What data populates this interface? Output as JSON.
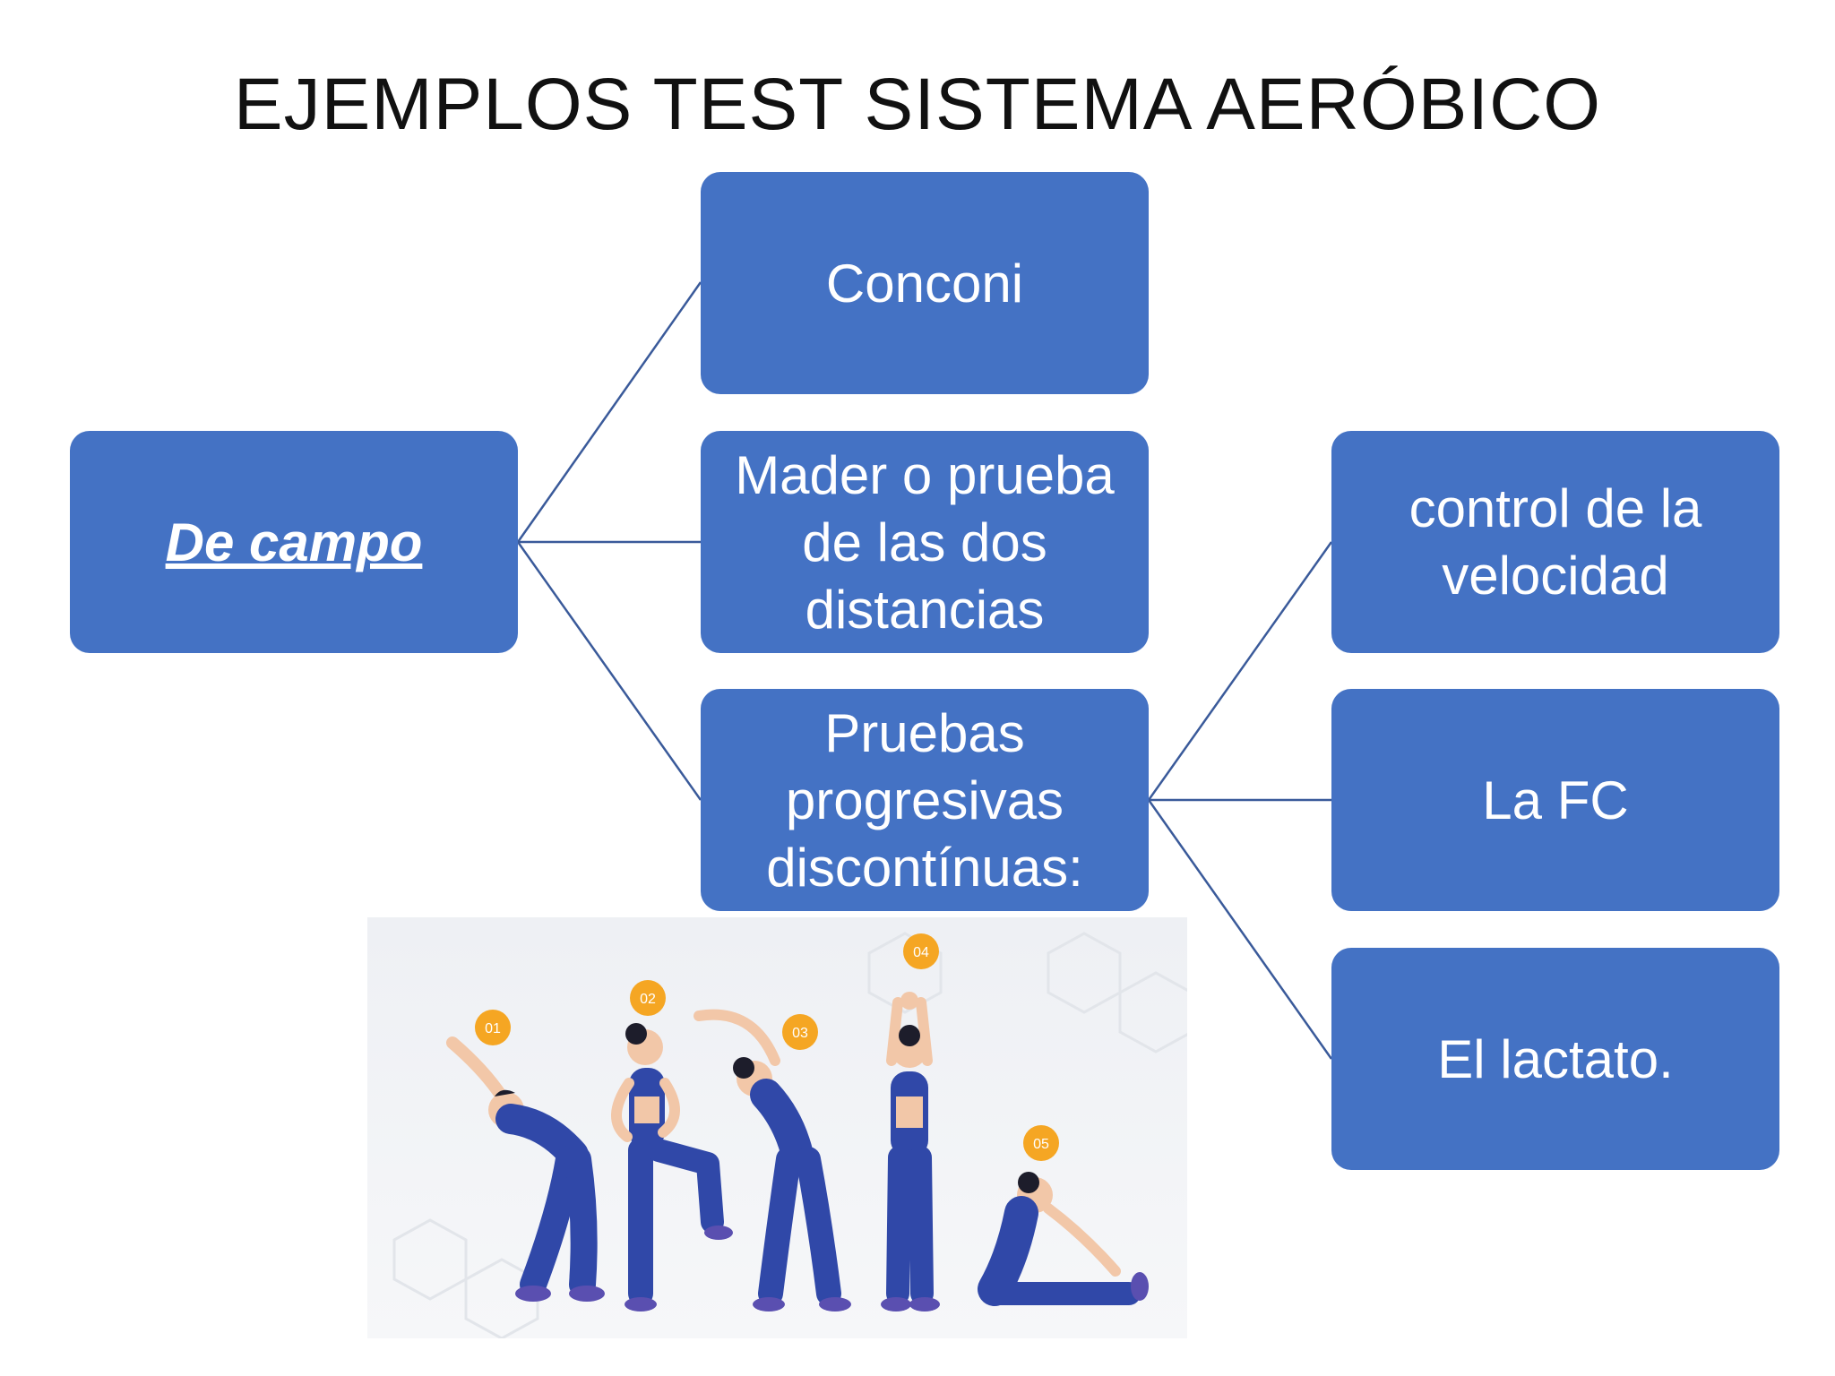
{
  "title": "EJEMPLOS TEST SISTEMA AERÓBICO",
  "root": {
    "label": "De campo"
  },
  "level1": [
    {
      "label": "Conconi"
    },
    {
      "label": "Mader o prueba de las dos distancias"
    },
    {
      "label": "Pruebas progresivas discontínuas:"
    }
  ],
  "level2": [
    {
      "label": "control de la velocidad"
    },
    {
      "label": "La FC"
    },
    {
      "label": "El lactato."
    }
  ],
  "illustration": {
    "steps": [
      "01",
      "02",
      "03",
      "04",
      "05"
    ]
  },
  "colors": {
    "box_fill": "#4472C4",
    "connector": "#3a5a9a",
    "figure_outfit": "#3048a8",
    "skin": "#f2c7a8",
    "marker": "#f5a623"
  }
}
